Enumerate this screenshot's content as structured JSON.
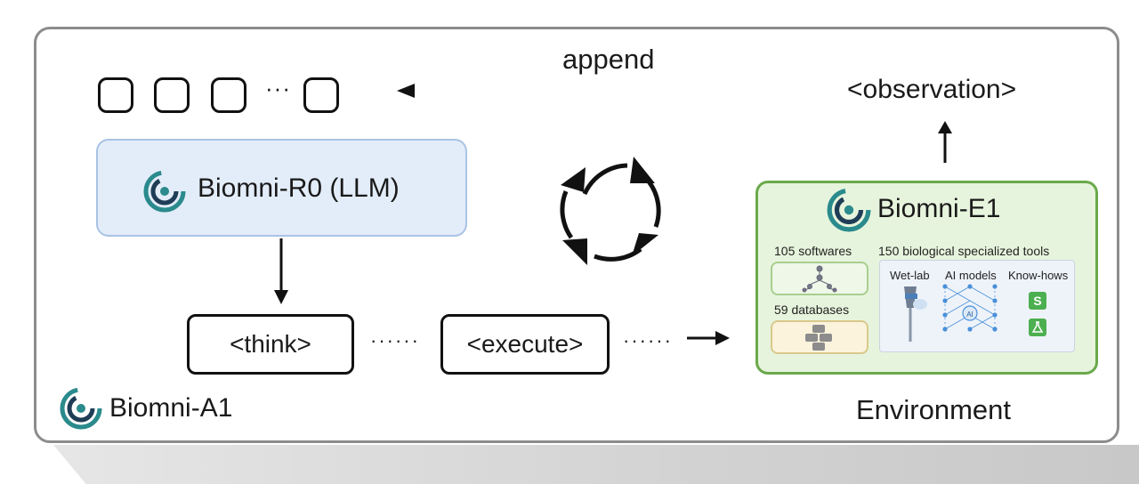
{
  "tokens": {
    "ellipsis": "···"
  },
  "flow": {
    "append_label": "append",
    "observation_label": "<observation>",
    "think_label": "<think>",
    "execute_label": "<execute>",
    "dots": "······"
  },
  "agent": {
    "llm_label": "Biomni-R0 (LLM)",
    "agent_label": "Biomni-A1"
  },
  "environment": {
    "title": "Biomni-E1",
    "softwares": "105 softwares",
    "databases": "59 databases",
    "tools": "150 biological specialized tools",
    "wet_lab": "Wet-lab",
    "ai_models": "AI models",
    "know_hows": "Know-hows",
    "ai_badge": "AI",
    "s_badge": "S",
    "footer": "Environment"
  },
  "colors": {
    "llm_fill": "#e3edf9",
    "llm_border": "#a9c3e4",
    "env_fill": "#e7f4dd",
    "env_border": "#6aa94b",
    "logo_teal": "#2a8a8c",
    "logo_dark": "#1f3d56"
  },
  "icons": [
    "logo-icon",
    "cycle-icon",
    "network-icon",
    "database-icon",
    "pipette-icon",
    "neural-network-icon",
    "document-icon",
    "flask-icon"
  ]
}
